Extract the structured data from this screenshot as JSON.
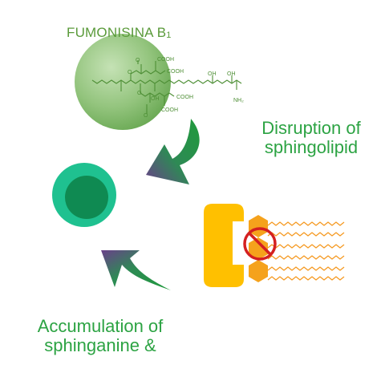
{
  "title": {
    "main": "FUMONISINA B",
    "subscript": "1"
  },
  "structure": {
    "cooh_1": "COOH",
    "cooh_2": "COOH",
    "cooh_3": "COOH",
    "cooh_4": "COOH",
    "oh_1": "OH",
    "oh_2": "OH",
    "oh_3": "OH",
    "nh2": "NH₂",
    "o_1": "O",
    "o_2": "O",
    "o_3": "O",
    "o_4": "O"
  },
  "captions": {
    "right": {
      "line1": "Disruption of",
      "line2": "sphingolipid"
    },
    "left": {
      "line1": "Accumulation of",
      "line2": "sphinganine &"
    }
  },
  "colors": {
    "text_green": "#2ca343",
    "title_green": "#5a9a3a",
    "structure_green": "#4e8f36",
    "cell_outer": "#1fc190",
    "cell_inner": "#0f8a52",
    "enzyme_orange": "#ffc000",
    "lipid_orange": "#f59a23",
    "inhibit_red": "#d42020"
  }
}
